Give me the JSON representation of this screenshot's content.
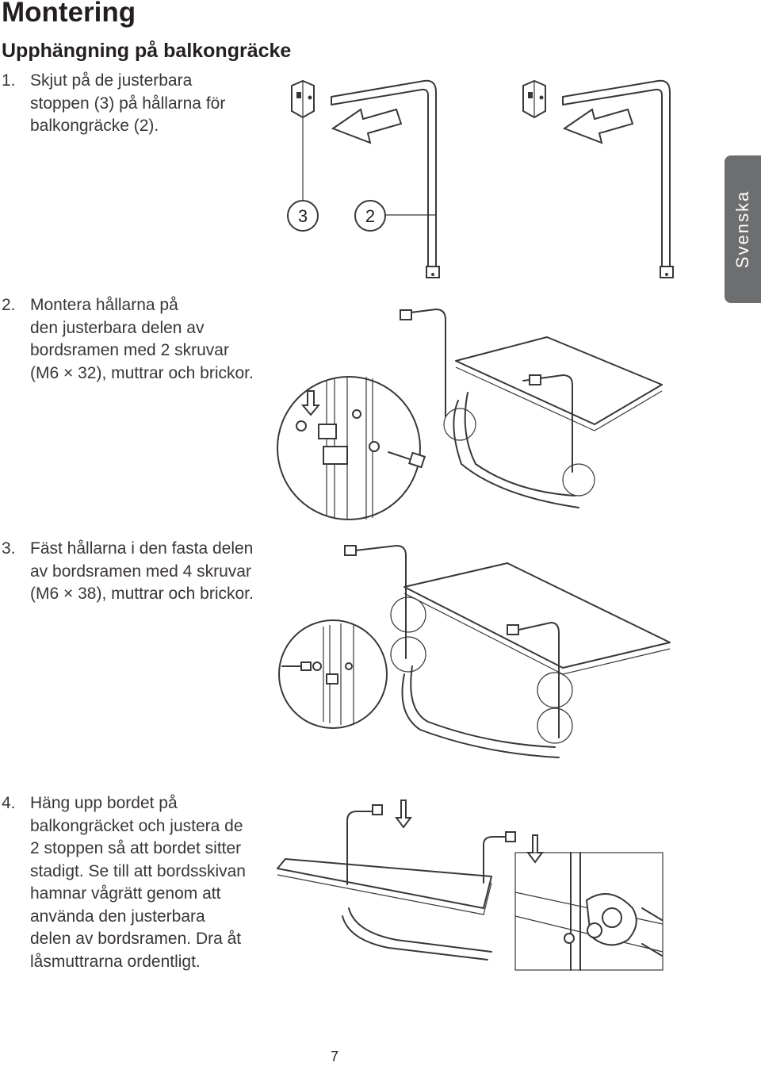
{
  "page": {
    "title": "Montering",
    "section_title": "Upphängning på balkongräcke",
    "language_tab": "Svenska",
    "page_number": "7"
  },
  "steps": [
    {
      "number": "1.",
      "lines": [
        "Skjut på de justerbara",
        "stoppen (3) på hållarna för",
        "balkongräcke (2)."
      ]
    },
    {
      "number": "2.",
      "lines": [
        "Montera hållarna på",
        "den justerbara delen av",
        "bordsramen med 2 skruvar",
        "(M6 × 32), muttrar och brickor."
      ]
    },
    {
      "number": "3.",
      "lines": [
        "Fäst hållarna i den fasta delen",
        "av bordsramen med 4 skruvar",
        "(M6 × 38), muttrar och brickor."
      ]
    },
    {
      "number": "4.",
      "lines": [
        "Häng upp bordet på",
        "balkongräcket och justera de",
        "2 stoppen så att bordet sitter",
        "stadigt. Se till att bordsskivan",
        "hamnar vågrätt genom att",
        "använda den justerbara",
        "delen av bordsramen. Dra åt",
        "låsmuttrarna ordentligt."
      ]
    }
  ],
  "figure1": {
    "callouts": [
      "3",
      "2"
    ]
  },
  "icons": {
    "insert_arrow": "left-arrow-icon",
    "down_arrow": "down-arrow-icon"
  },
  "colors": {
    "text": "#231f20",
    "tab_background": "#6d6e70",
    "tab_text": "#ffffff",
    "line_art": "#3b3738"
  }
}
